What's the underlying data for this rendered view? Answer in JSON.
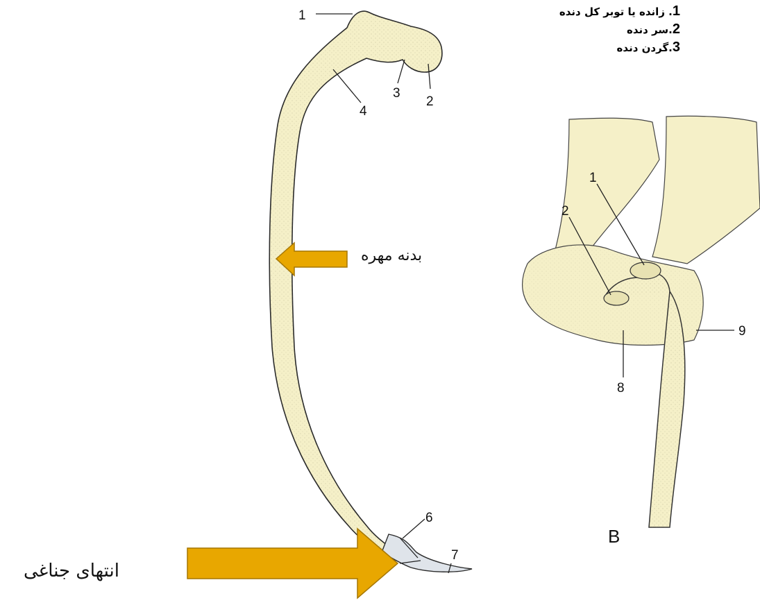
{
  "legend": [
    {
      "num": "1",
      "text": ". زانده یا توبر کل دنده"
    },
    {
      "num": "2",
      "text": ".سر دنده"
    },
    {
      "num": "3",
      "text": ".گردن دنده"
    }
  ],
  "callouts": {
    "body": "بدنه مهره",
    "sternal_end": "انتهای جناغی"
  },
  "rib_numbers": {
    "n1": "1",
    "n2": "2",
    "n3": "3",
    "n4": "4",
    "n6": "6",
    "n7": "7"
  },
  "vertebra_numbers": {
    "n1": "1",
    "n2": "2",
    "n8": "8",
    "n9": "9"
  },
  "panel_label": "B",
  "colors": {
    "bone": "#f5f0c8",
    "bone_stroke": "#2a2a2a",
    "cartilage": "#dfe4ea",
    "arrow_fill": "#e8a700",
    "arrow_stroke": "#a67700"
  }
}
